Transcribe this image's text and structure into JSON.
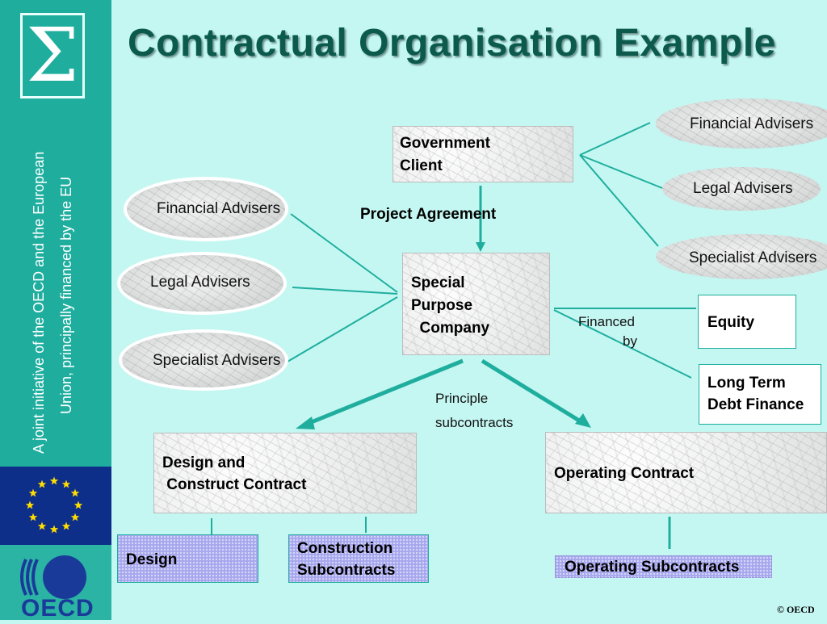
{
  "title": "Contractual Organisation Example",
  "sidebar": {
    "line1": "A joint  initiative of the OECD and the European",
    "line2": "Union, principally financed by the EU",
    "logo_text": "OECD"
  },
  "nodes": {
    "government_client": [
      "Government",
      "Client"
    ],
    "project_agreement": "Project Agreement",
    "spc": [
      "Special",
      "Purpose",
      "  Company"
    ],
    "left_advisers": [
      "Financial Advisers",
      "Legal Advisers",
      "Specialist Advisers"
    ],
    "right_advisers": [
      "Financial Advisers",
      "Legal Advisers",
      "Specialist Advisers"
    ],
    "financed_by": [
      "Financed",
      "by"
    ],
    "equity": "Equity",
    "debt": [
      "Long Term",
      "Debt Finance"
    ],
    "principle": [
      "Principle",
      "subcontracts"
    ],
    "design_construct": [
      "Design and",
      " Construct Contract"
    ],
    "operating_contract": "Operating Contract",
    "design": "Design",
    "construction_sub": [
      "Construction",
      "Subcontracts"
    ],
    "operating_sub": "Operating Subcontracts"
  },
  "footer": {
    "copyright": "© OECD"
  },
  "colors": {
    "background": "#c4f7f2",
    "sidebar": "#1fae9e",
    "title": "#0c5a4c",
    "connector": "#1fae9e",
    "flag": "#0d2f8a",
    "star": "#ffdd00"
  }
}
